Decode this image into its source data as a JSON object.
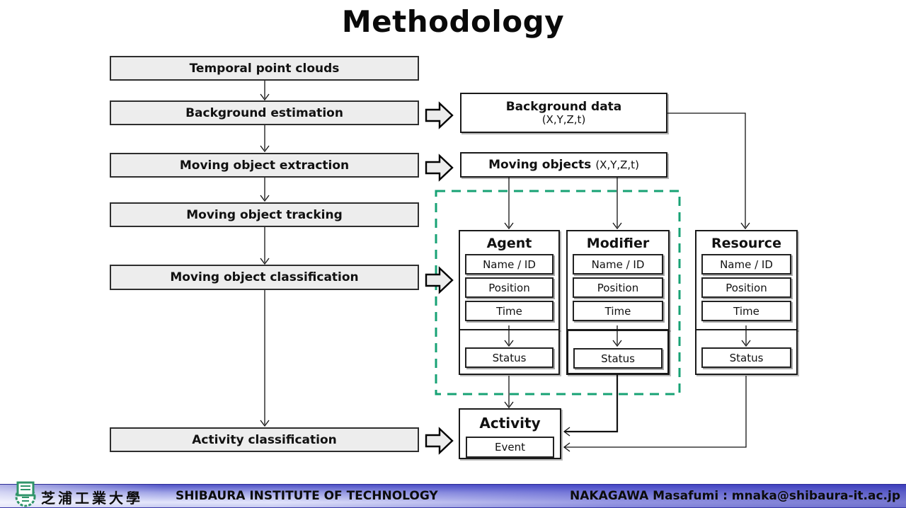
{
  "slide": {
    "title": "Methodology"
  },
  "pipeline": {
    "steps": [
      "Temporal point clouds",
      "Background estimation",
      "Moving object extraction",
      "Moving object tracking",
      "Moving object classification",
      "Activity classification"
    ]
  },
  "outputs": {
    "background_data": {
      "title": "Background data",
      "subtitle": "(X,Y,Z,t)"
    },
    "moving_objects": {
      "title": "Moving objects",
      "suffix": "(X,Y,Z,t)"
    }
  },
  "entities": [
    {
      "title": "Agent",
      "fields": [
        "Name / ID",
        "Position",
        "Time"
      ],
      "status": "Status"
    },
    {
      "title": "Modifier",
      "fields": [
        "Name / ID",
        "Position",
        "Time"
      ],
      "status": "Status"
    },
    {
      "title": "Resource",
      "fields": [
        "Name / ID",
        "Position",
        "Time"
      ],
      "status": "Status"
    }
  ],
  "activity": {
    "title": "Activity",
    "event": "Event"
  },
  "footer": {
    "university_jp": "芝浦工業大學",
    "university_en": "SHIBAURA INSTITUTE OF TECHNOLOGY",
    "contact": "NAKAGAWA Masafumi : mnaka@shibaura-it.ac.jp"
  },
  "colors": {
    "group_dashed_green": "#17a274",
    "process_box_fill": "#ededed",
    "footer_blue": "#4f52c6",
    "logo_green": "#2f9469"
  }
}
